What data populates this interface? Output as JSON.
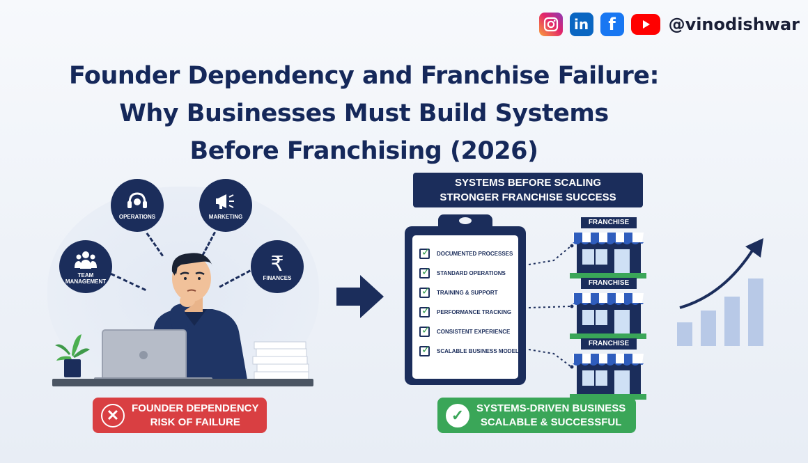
{
  "social": {
    "handle": "@vinodishwar",
    "icons": [
      "instagram-icon",
      "linkedin-icon",
      "facebook-icon",
      "youtube-icon"
    ]
  },
  "title": {
    "line1": "Founder Dependency and Franchise Failure:",
    "line2": "Why Businesses Must Build Systems",
    "line3": "Before Franchising (2026)"
  },
  "left_panel": {
    "circles": [
      {
        "label": "OPERATIONS",
        "icon": "headset-icon"
      },
      {
        "label": "MARKETING",
        "icon": "megaphone-icon"
      },
      {
        "label": "TEAM\nMANAGEMENT",
        "icon": "team-icon"
      },
      {
        "label": "FINANCES",
        "icon": "rupee-icon"
      }
    ],
    "badge": {
      "line1": "FOUNDER DEPENDENCY",
      "line2": "RISK OF FAILURE",
      "icon": "x-circle-icon"
    }
  },
  "right_panel": {
    "banner": {
      "line1": "SYSTEMS BEFORE SCALING",
      "line2": "STRONGER FRANCHISE SUCCESS"
    },
    "checklist": [
      "DOCUMENTED PROCESSES",
      "STANDARD OPERATIONS",
      "TRAINING & SUPPORT",
      "PERFORMANCE TRACKING",
      "CONSISTENT EXPERIENCE",
      "SCALABLE BUSINESS MODEL"
    ],
    "stores": [
      {
        "label": "FRANCHISE"
      },
      {
        "label": "FRANCHISE"
      },
      {
        "label": "FRANCHISE"
      }
    ],
    "badge": {
      "line1": "SYSTEMS-DRIVEN BUSINESS",
      "line2": "SCALABLE & SUCCESSFUL",
      "icon": "check-circle-icon"
    }
  },
  "colors": {
    "navy": "#1b2d5b",
    "title": "#15285a",
    "danger": "#d93f42",
    "success": "#3aa658",
    "bars": "#b8c9e7",
    "awning_blue": "#2f5dbd"
  }
}
